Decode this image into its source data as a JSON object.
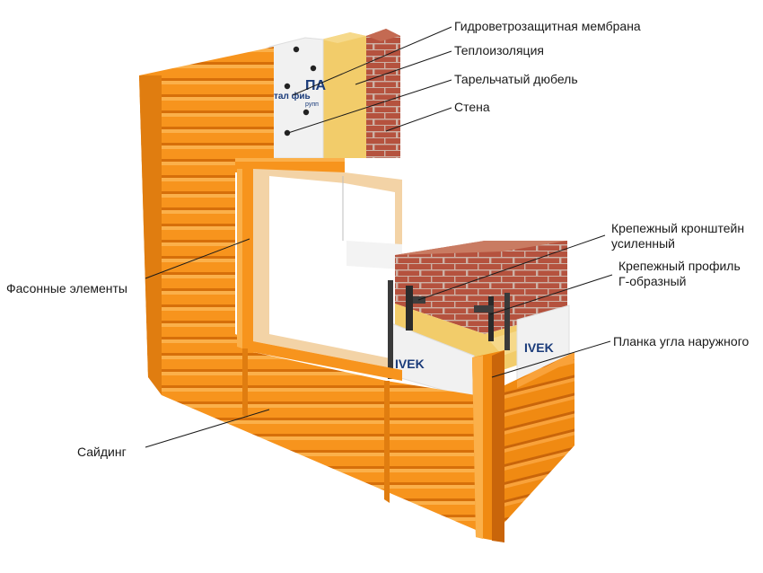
{
  "labels": {
    "membrane": "Гидроветрозащитная мембрана",
    "insulation": "Теплоизоляция",
    "dowel": "Тарельчатый дюбель",
    "wall": "Стена",
    "bracket_line1": "Крепежный кронштейн",
    "bracket_line2": "усиленный",
    "profile_line1": "Крепежный профиль",
    "profile_line2": "Г-образный",
    "corner_strip": "Планка угла наружного",
    "trim": "Фасонные элементы",
    "siding": "Сайдинг"
  },
  "membrane_print": {
    "upper_left": "тал фиь",
    "upper_logo": "ПА",
    "upper_sub": "рупп",
    "lower_left": "IVEK",
    "lower_right": "IVEK"
  },
  "colors": {
    "siding": "#f7941d",
    "siding_dark": "#d66f0a",
    "siding_light": "#fbb04a",
    "brick": "#b5523e",
    "mortar": "#c9a99a",
    "insulation": "#f2cc6a",
    "membrane": "#f1f1f1",
    "glass": "#ffffff",
    "frame": "#f3d3a6"
  }
}
